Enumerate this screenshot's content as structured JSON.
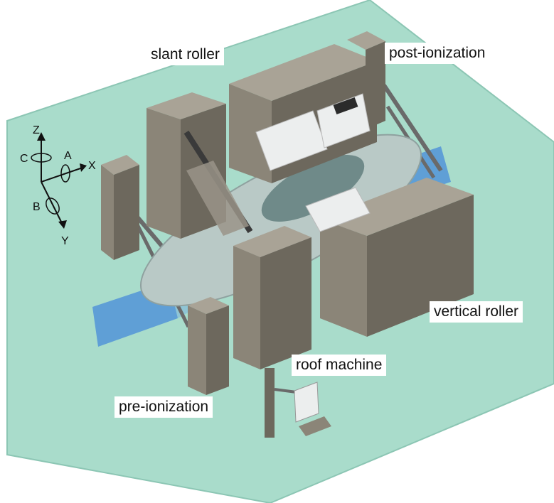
{
  "labels": {
    "slant_roller": "slant roller",
    "post_ionization": "post-ionization",
    "vertical_roller": "vertical roller",
    "roof_machine": "roof machine",
    "pre_ionization": "pre-ionization"
  },
  "axes": {
    "z": "Z",
    "c": "C",
    "a": "A",
    "x": "X",
    "b": "B",
    "y": "Y"
  },
  "colors": {
    "floor": "#a9dccb",
    "floor_edge": "#8cc6b4",
    "track": "#5f9fd6",
    "cabinet_front": "#8b8578",
    "cabinet_side": "#6d685d",
    "cabinet_top": "#a9a396",
    "car": "#b9c9c6",
    "white_unit": "#eceeee",
    "rail": "#6a6a6a"
  }
}
